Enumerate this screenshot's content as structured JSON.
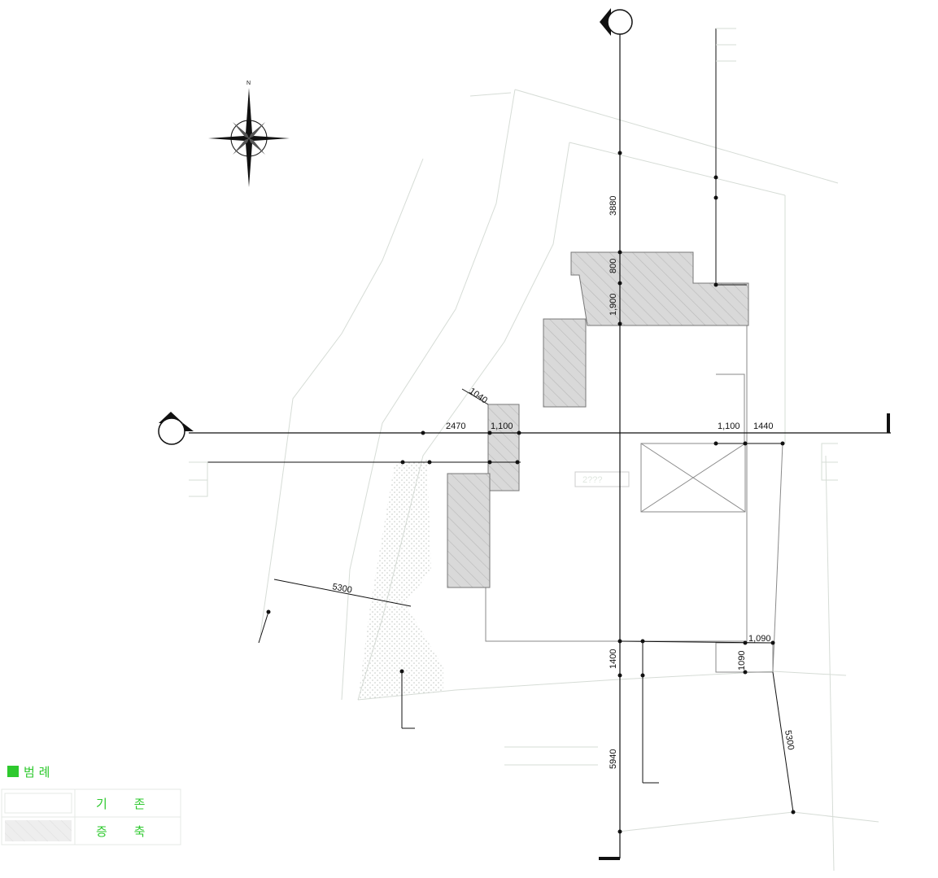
{
  "colors": {
    "line": "#111111",
    "faint_line": "#d6dcd6",
    "legend_green": "#2ec92e",
    "hatch_fill": "#d9d9d9"
  },
  "compass": {
    "north_label": "N"
  },
  "dimensions": {
    "v_top_3880": "3880",
    "v_800": "800",
    "v_1900": "1,900",
    "v_1400": "1400",
    "v_5940": "5940",
    "h_1040": "1040",
    "h_2470": "2470",
    "h_1100_left": "1,100",
    "h_1100_right": "1,100",
    "h_1440": "1440",
    "h_5300_left": "5300",
    "h_1090": "1,090",
    "v_1090": "1090",
    "d_5300_right": "5300"
  },
  "room_label": "2???",
  "legend": {
    "title": "범 례",
    "existing": "기 존",
    "extension": "증 축"
  }
}
